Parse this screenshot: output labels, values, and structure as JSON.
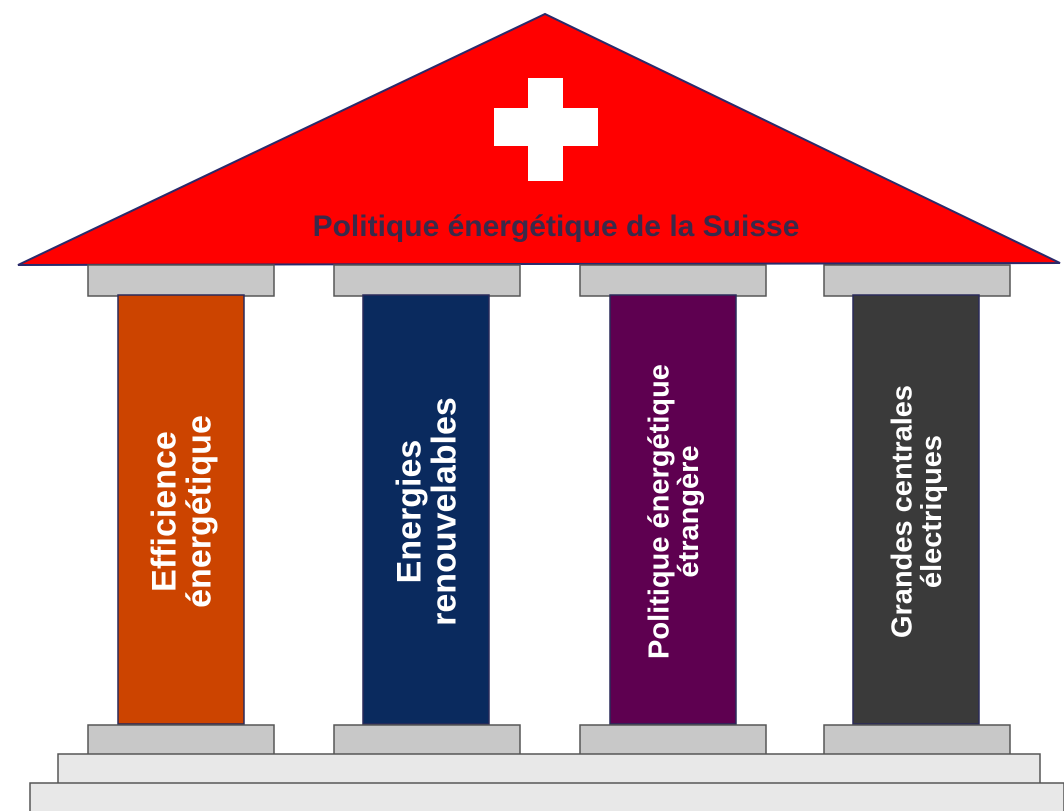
{
  "title": "Politique énergétique de la Suisse",
  "pillars": [
    {
      "line1": "Efficience",
      "line2": "énergétique",
      "color": "#cc4400"
    },
    {
      "line1": "Energies",
      "line2": "renouvelables",
      "color": "#0a2a5e"
    },
    {
      "line1": "Politique énergétique",
      "line2": "étrangère",
      "color": "#5e0050"
    },
    {
      "line1": "Grandes centrales",
      "line2": "électriques",
      "color": "#3a3a3a"
    }
  ],
  "colors": {
    "roof": "#ff0000",
    "roof_outline": "#2a2a6a",
    "cross": "#ffffff",
    "title_text": "#3a2a4a",
    "stone": "#c8c8c8",
    "stone_edge": "#555555",
    "step_light": "#e8e8e8"
  },
  "icons": {
    "cross": "swiss-cross-icon"
  }
}
